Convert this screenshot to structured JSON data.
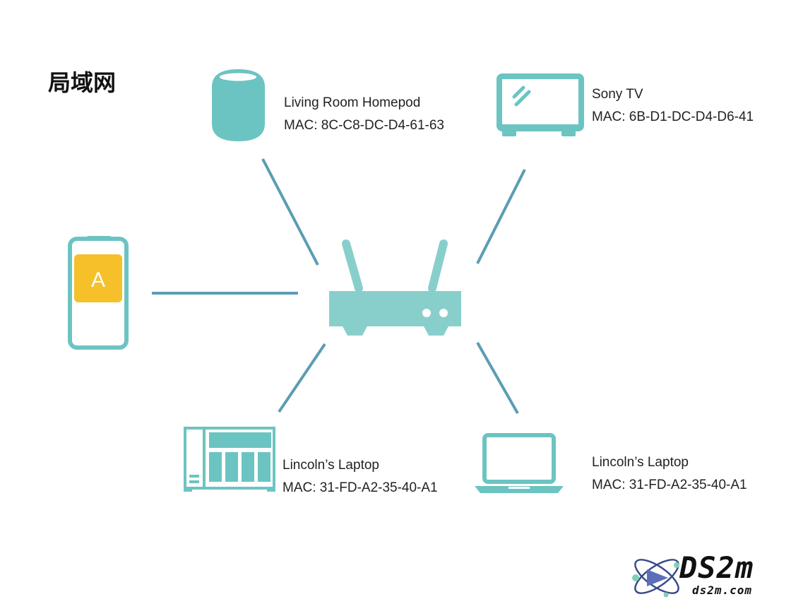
{
  "title": "局域网",
  "colors": {
    "device": "#6cc4c2",
    "router": "#88cfcc",
    "link": "#5b9db3",
    "app_tile": "#f5c02a"
  },
  "router": {
    "icon": "router-icon"
  },
  "devices": {
    "homepod": {
      "icon": "smart-speaker-icon",
      "name": "Living Room Homepod",
      "mac": "MAC: 8C-C8-DC-D4-61-63"
    },
    "tv": {
      "icon": "tv-icon",
      "name": "Sony TV",
      "mac": "MAC: 6B-D1-DC-D4-D6-41"
    },
    "phone": {
      "icon": "smartphone-icon",
      "app_letter": "A"
    },
    "nas": {
      "icon": "nas-icon",
      "name": "Lincoln’s Laptop",
      "mac": "MAC: 31-FD-A2-35-40-A1"
    },
    "laptop": {
      "icon": "laptop-icon",
      "name": "Lincoln’s Laptop",
      "mac": "MAC: 31-FD-A2-35-40-A1"
    }
  },
  "watermark": {
    "icon": "atom-logo-icon",
    "brand": "DS2m",
    "site": "ds2m.com"
  }
}
